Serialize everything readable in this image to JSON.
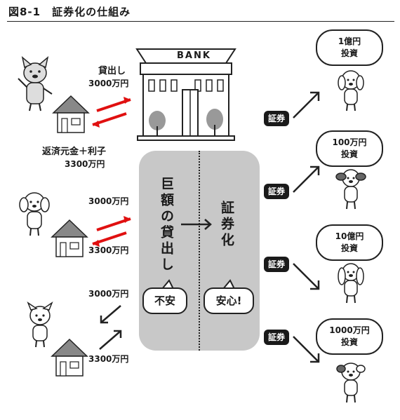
{
  "figure": {
    "title": "図8-1　証券化の仕組み"
  },
  "borrowers": [
    {
      "loan_label": "貸出し",
      "loan_amount": "3000万円",
      "repay_label": "返済元金＋利子",
      "repay_amount": "3300万円"
    },
    {
      "loan_amount": "3000万円",
      "repay_amount": "3300万円"
    },
    {
      "loan_amount": "3000万円",
      "repay_amount": "3300万円"
    }
  ],
  "bank": {
    "sign": "BANK"
  },
  "center": {
    "loan_text": "巨額の貸出し",
    "securitize_text": "証券化",
    "worry_bubble": "不安",
    "relief_bubble": "安心!"
  },
  "securities": [
    {
      "tag": "証券",
      "amount": "1億円",
      "action": "投資"
    },
    {
      "tag": "証券",
      "amount": "100万円",
      "action": "投資"
    },
    {
      "tag": "証券",
      "amount": "10億円",
      "action": "投資"
    },
    {
      "tag": "証券",
      "amount": "1000万円",
      "action": "投資"
    }
  ],
  "colors": {
    "loan_arrow": "#e01010",
    "panel": "#c8c8c8",
    "ink": "#1a1a1a"
  }
}
